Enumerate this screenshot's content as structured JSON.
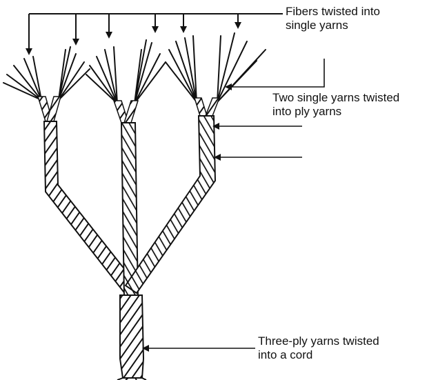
{
  "labels": {
    "fibers": {
      "line1": "Fibers twisted into",
      "line2": "single yarns"
    },
    "ply": {
      "line1": "Two single yarns twisted",
      "line2": "into ply yarns"
    },
    "cord": {
      "line1": "Three-ply yarns twisted",
      "line2": "into a cord"
    }
  },
  "colors": {
    "ink": "#111111",
    "background": "#ffffff"
  }
}
